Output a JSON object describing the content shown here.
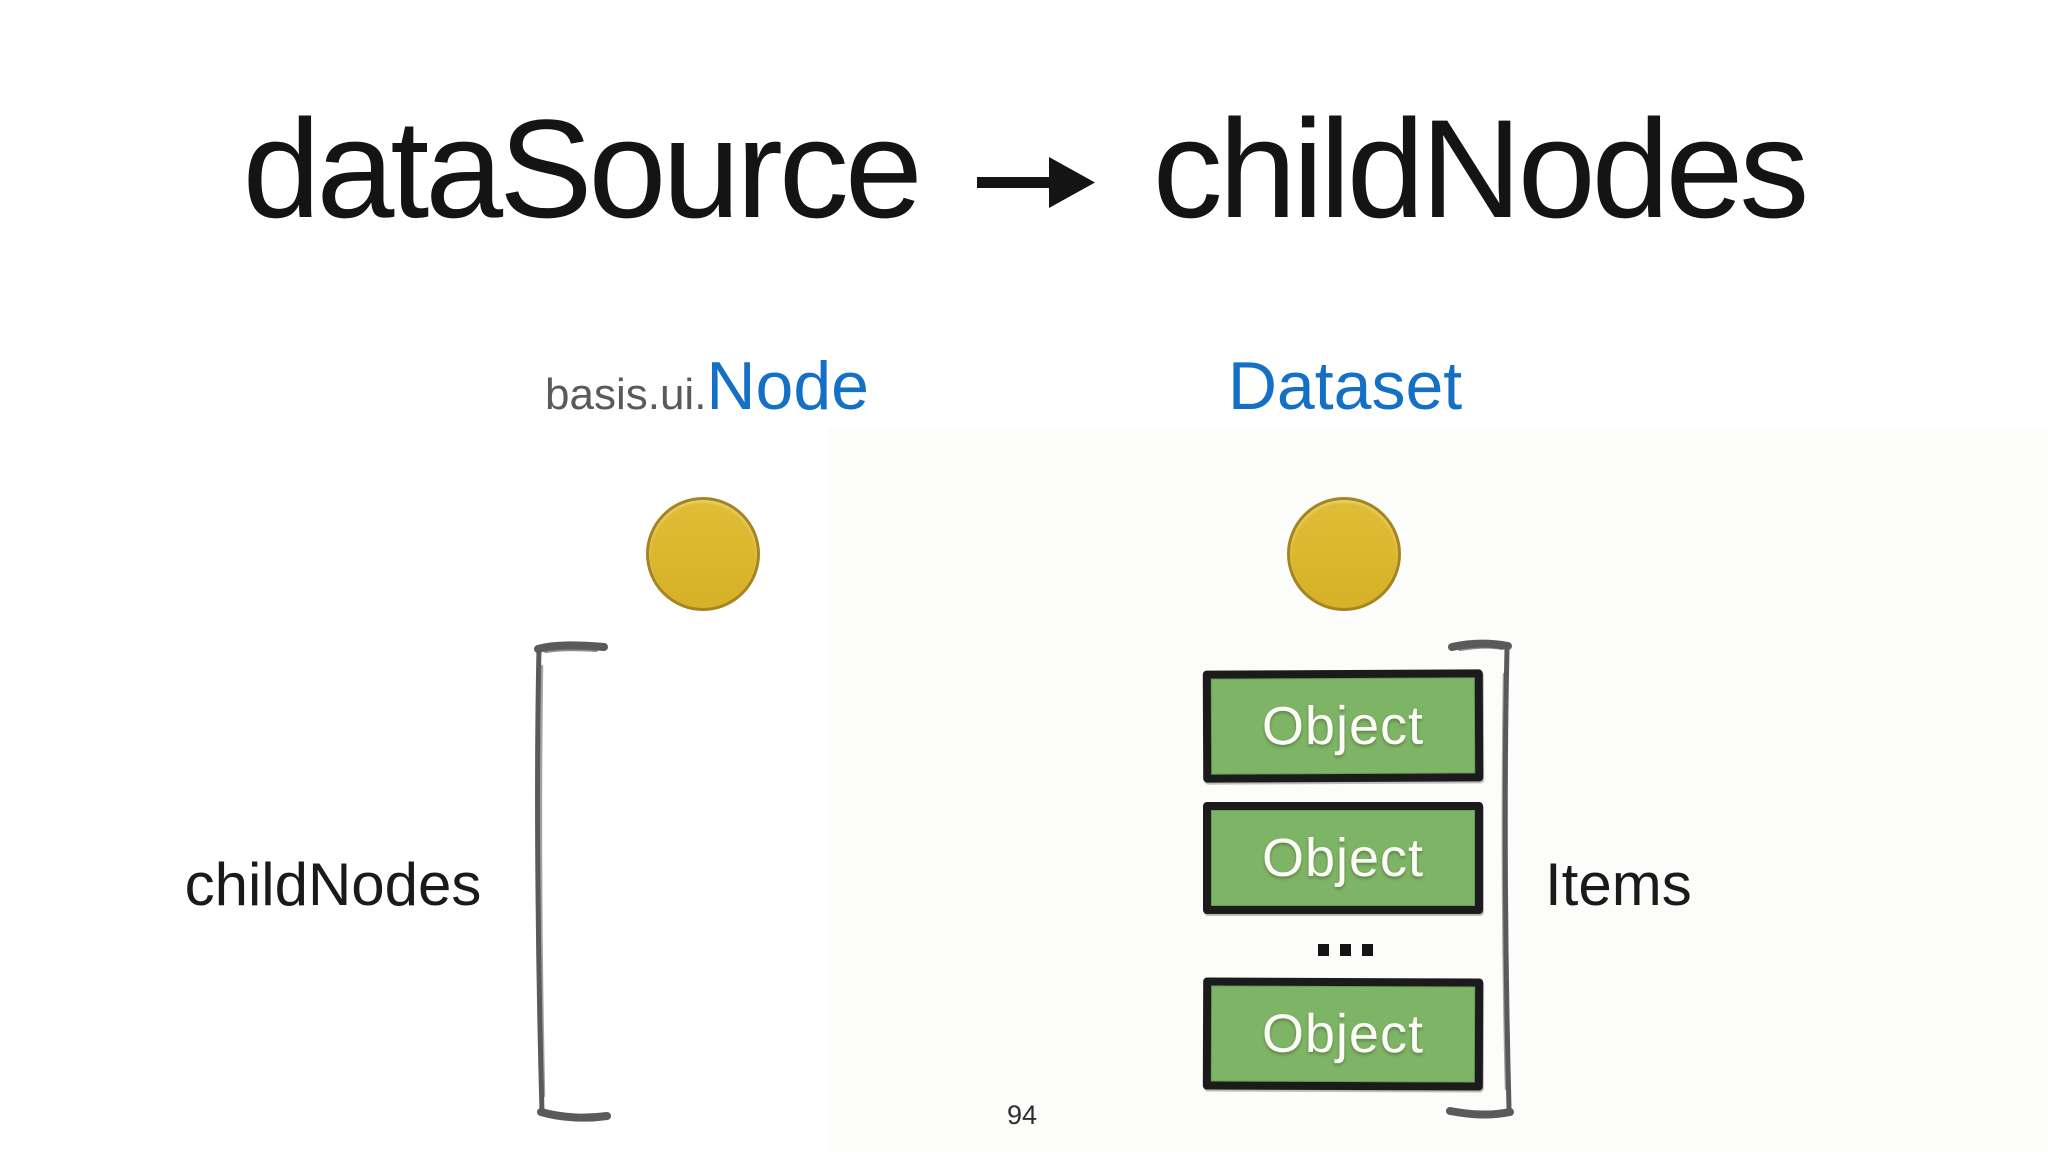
{
  "slide": {
    "title": {
      "source": "dataSource",
      "arrow": "→",
      "arrow_icon": "right-arrow",
      "target": "childNodes"
    },
    "page_number": "94"
  },
  "node_column": {
    "class_prefix": "basis.ui.",
    "class_name": "Node",
    "instance_icon": "yellow-circle",
    "bracket_label": "childNodes",
    "children": []
  },
  "dataset_column": {
    "class_name": "Dataset",
    "instance_icon": "yellow-circle",
    "bracket_label": "Items",
    "items": [
      {
        "label": "Object"
      },
      {
        "label": "Object"
      },
      {
        "label": "Object"
      }
    ],
    "ellipsis": "…"
  },
  "colors": {
    "title_black": "#141414",
    "class_name_blue": "#1470c5",
    "prefix_gray": "#5a5a5a",
    "circle_fill": "#dcb92d",
    "circle_stroke": "#a5851f",
    "item_fill": "#7eb465",
    "item_border": "#1b1b1b",
    "item_text": "#fdfdf8",
    "bracket_gray": "#5a5a5a"
  }
}
